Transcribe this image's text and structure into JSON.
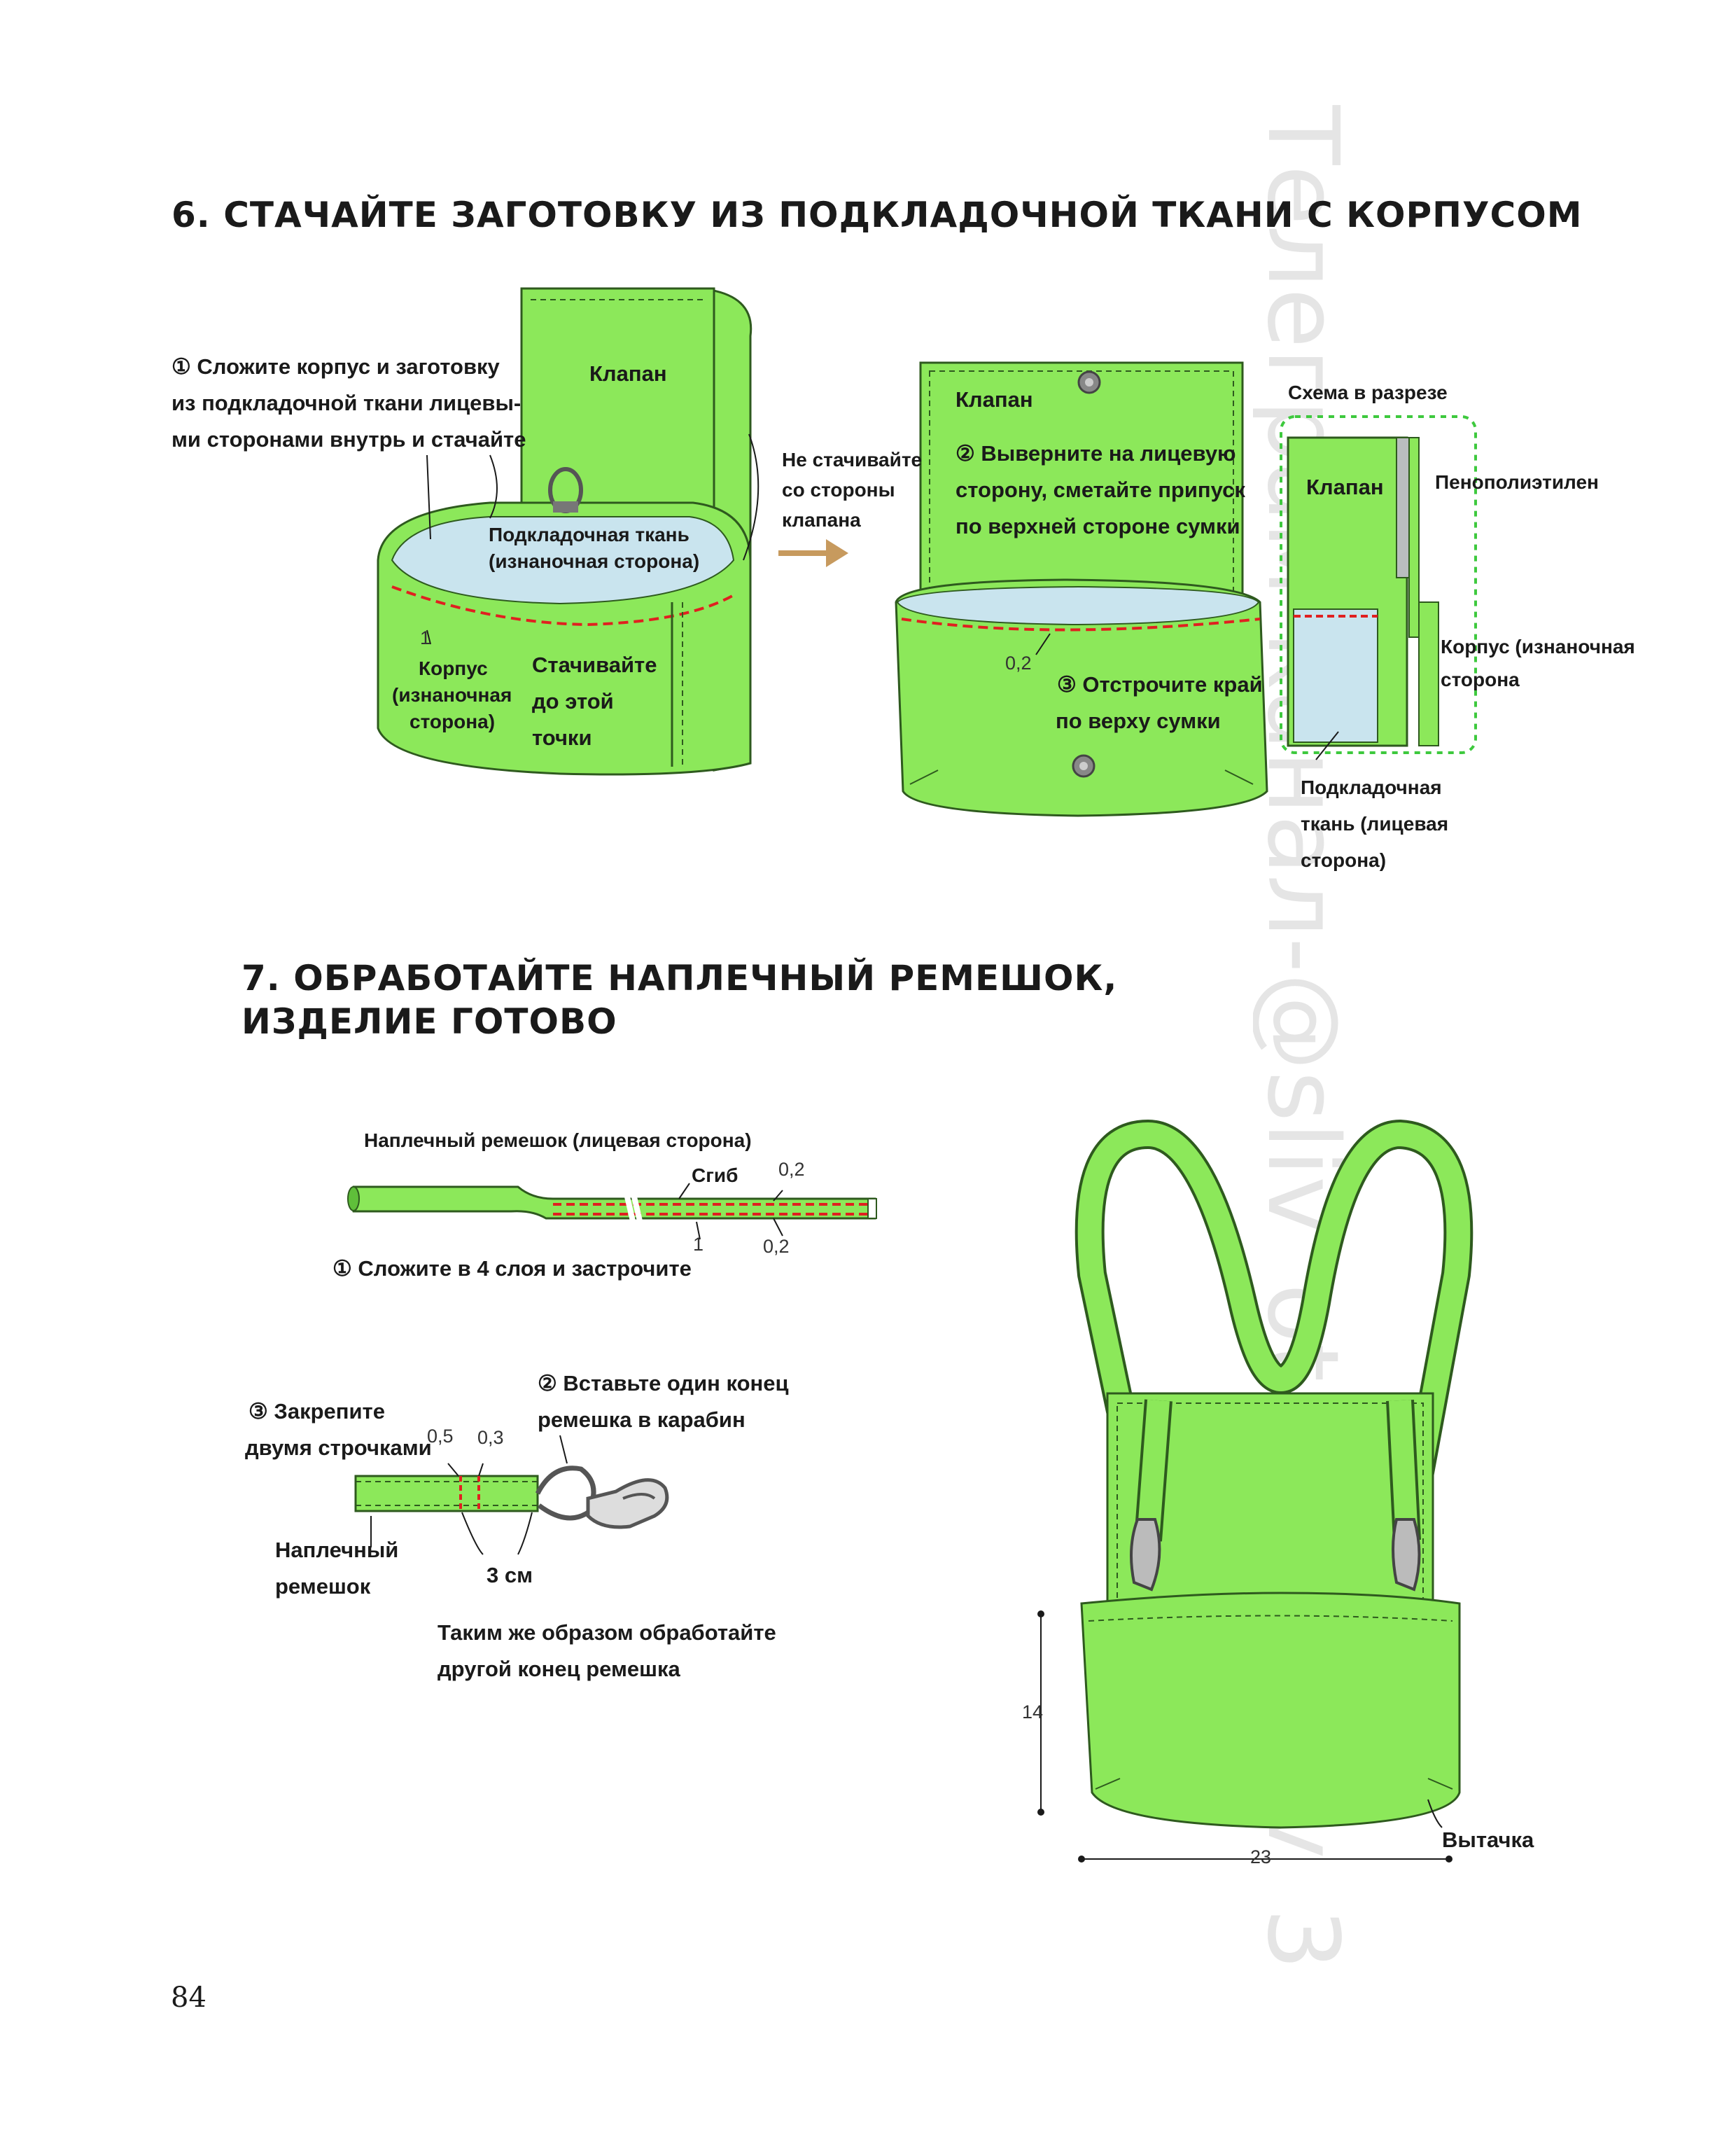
{
  "page_number": "84",
  "watermark": "Телеграм-канал-@sliv_ot_blogerov_3",
  "colors": {
    "fabric": "#8CE85A",
    "fabric_dark": "#5FBF3A",
    "lining": "#C9E4EE",
    "stitch": "#E02020",
    "arrow": "#C79A5E",
    "ink": "#1A1A1A"
  },
  "section6": {
    "title": "6. СТАЧАЙТЕ ЗАГОТОВКУ ИЗ ПОДКЛАДОЧНОЙ ТКАНИ С КОРПУСОМ",
    "step1_line1": "① Сложите корпус и заготовку",
    "step1_line2": "из подкладочной ткани лицевы-",
    "step1_line3": "ми сторонами внутрь и стачайте",
    "klapan_left": "Клапан",
    "lining_line1": "Подкладочная ткань",
    "lining_line2": "(изнаночная сторона)",
    "seam_allowance": "1",
    "body_line1": "Корпус",
    "body_line2": "(изнаночная",
    "body_line3": "сторона)",
    "stitch_line1": "Стачивайте",
    "stitch_line2": "до этой",
    "stitch_line3": "точки",
    "nostitch_line1": "Не стачивайте",
    "nostitch_line2": "со стороны",
    "nostitch_line3": "клапана",
    "klapan_mid": "Клапан",
    "step2_line1": "② Выверните на лицевую",
    "step2_line2": "сторону, сметайте припуск",
    "step2_line3": "по верхней стороне сумки",
    "edge_value": "0,2",
    "step3_line1": "③ Отстрочите край",
    "step3_line2": "по верху сумки",
    "section_title": "Схема в разрезе",
    "klapan_section": "Клапан",
    "foam": "Пенополиэтилен",
    "body_ws_line1": "Корпус (изнаночная",
    "body_ws_line2": "сторона",
    "lining_rs_line1": "Подкладочная",
    "lining_rs_line2": "ткань (лицевая",
    "lining_rs_line3": "сторона)"
  },
  "section7": {
    "title_line1": "7. ОБРАБОТАЙТЕ НАПЛЕЧНЫЙ РЕМЕШОК,",
    "title_line2": "ИЗДЕЛИЕ ГОТОВО",
    "strap_label": "Наплечный ремешок (лицевая сторона)",
    "fold": "Сгиб",
    "val_top": "0,2",
    "val_mid": "1",
    "val_bottom": "0,2",
    "step1": "① Сложите в 4 слоя и застрочите",
    "step2_line1": "② Вставьте один конец",
    "step2_line2": "ремешка в карабин",
    "step3_line1": "③ Закрепите",
    "step3_line2": "двумя строчками",
    "val_05": "0,5",
    "val_03": "0,3",
    "strap_line1": "Наплечный",
    "strap_line2": "ремешок",
    "len_3cm": "3 см",
    "same_line1": "Таким же образом обработайте",
    "same_line2": "другой конец ремешка",
    "height": "14",
    "width": "23",
    "dart": "Вытачка"
  }
}
